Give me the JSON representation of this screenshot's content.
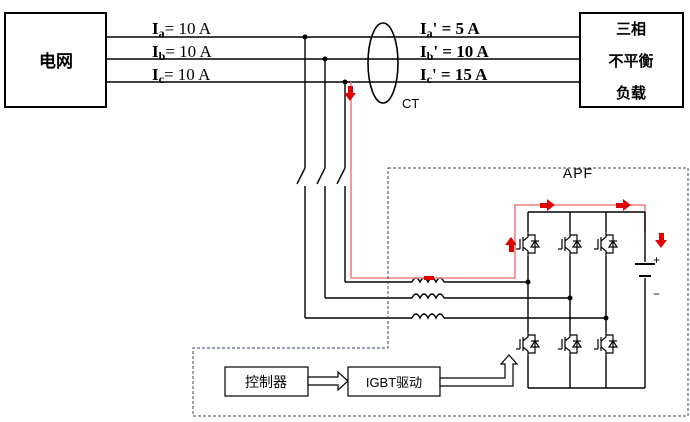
{
  "grid_label": "电网",
  "load_label": [
    "三相",
    "不平衡",
    "负载"
  ],
  "source_currents": [
    {
      "name": "I",
      "sub": "a",
      "value": "= 10 A"
    },
    {
      "name": "I",
      "sub": "b",
      "value": "= 10 A"
    },
    {
      "name": "I",
      "sub": "c",
      "value": "= 10 A"
    }
  ],
  "load_currents": [
    {
      "name": "I",
      "sub": "a",
      "value": "' =   5 A"
    },
    {
      "name": "I",
      "sub": "b",
      "value": "' = 10 A"
    },
    {
      "name": "I",
      "sub": "c",
      "value": "' = 15 A"
    }
  ],
  "ct_label": "CT",
  "apf_label": "APF",
  "controller_label": "控制器",
  "driver_label": "IGBT驱动",
  "dc_plus": "+",
  "dc_minus": "−",
  "colors": {
    "line": "#000000",
    "flow": "#e00000",
    "flow_light": "#f08080",
    "border": "#34495e"
  }
}
